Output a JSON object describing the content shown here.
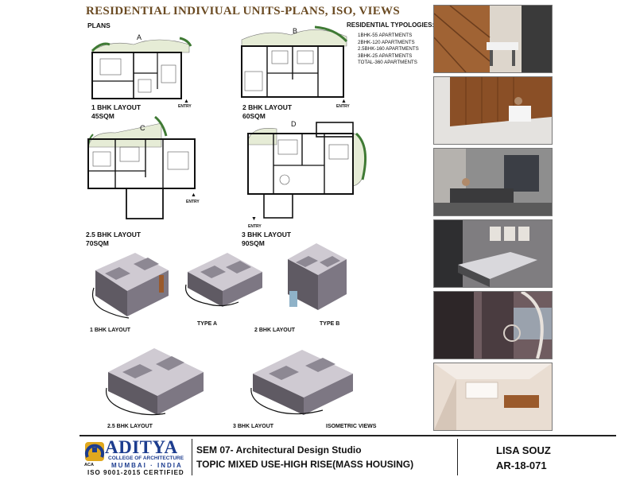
{
  "title": "RESIDENTIAL INDIVIUAL UNITS-PLANS, ISO, VIEWS",
  "plans_heading": "PLANS",
  "typologies": {
    "heading": "RESIDENTIAL TYPOLOGIES:",
    "items": [
      "1BHK-55 APARTMENTS",
      "2BHK-120 APARTMENTS",
      "2.5BHK-160 APARTMENTS",
      "3BHK-25 APARTMENTS",
      "TOTAL-360 APARTMENTS"
    ]
  },
  "plans": [
    {
      "marker": "A",
      "layout": "1 BHK LAYOUT",
      "area": "45SQM",
      "entry": "ENTRY"
    },
    {
      "marker": "B",
      "layout": "2 BHK LAYOUT",
      "area": "60SQM",
      "entry": "ENTRY"
    },
    {
      "marker": "C",
      "layout": "2.5 BHK LAYOUT",
      "area": "70SQM",
      "entry": "ENTRY"
    },
    {
      "marker": "D",
      "layout": "3 BHK LAYOUT",
      "area": "90SQM",
      "entry": "ENTRY"
    }
  ],
  "iso_labels": {
    "one_bhk": "1 BHK LAYOUT",
    "type_a": "TYPE A",
    "two_bhk": "2 BHK LAYOUT",
    "type_b": "TYPE B",
    "two_half_bhk": "2.5 BHK LAYOUT",
    "three_bhk": "3 BHK LAYOUT",
    "iso_views": "ISOMETRIC VIEWS"
  },
  "footer": {
    "logo_name": "ADITYA",
    "logo_college": "COLLEGE OF ARCHITECTURE",
    "logo_location": "MUMBAI · INDIA",
    "logo_aca": "ACA",
    "logo_iso": "ISO 9001-2015 CERTIFIED",
    "course": "SEM 07- Architectural Design Studio",
    "topic": "TOPIC MIXED USE-HIGH RISE(MASS HOUSING)",
    "student_name": "LISA SOUZ",
    "student_id": "AR-18-071"
  },
  "colors": {
    "title": "#6b4b23",
    "logo_blue": "#1d3d8f",
    "logo_gold": "#e0a81e",
    "wood": "#9a5a2c",
    "wall_grey": "#6f6a72"
  }
}
